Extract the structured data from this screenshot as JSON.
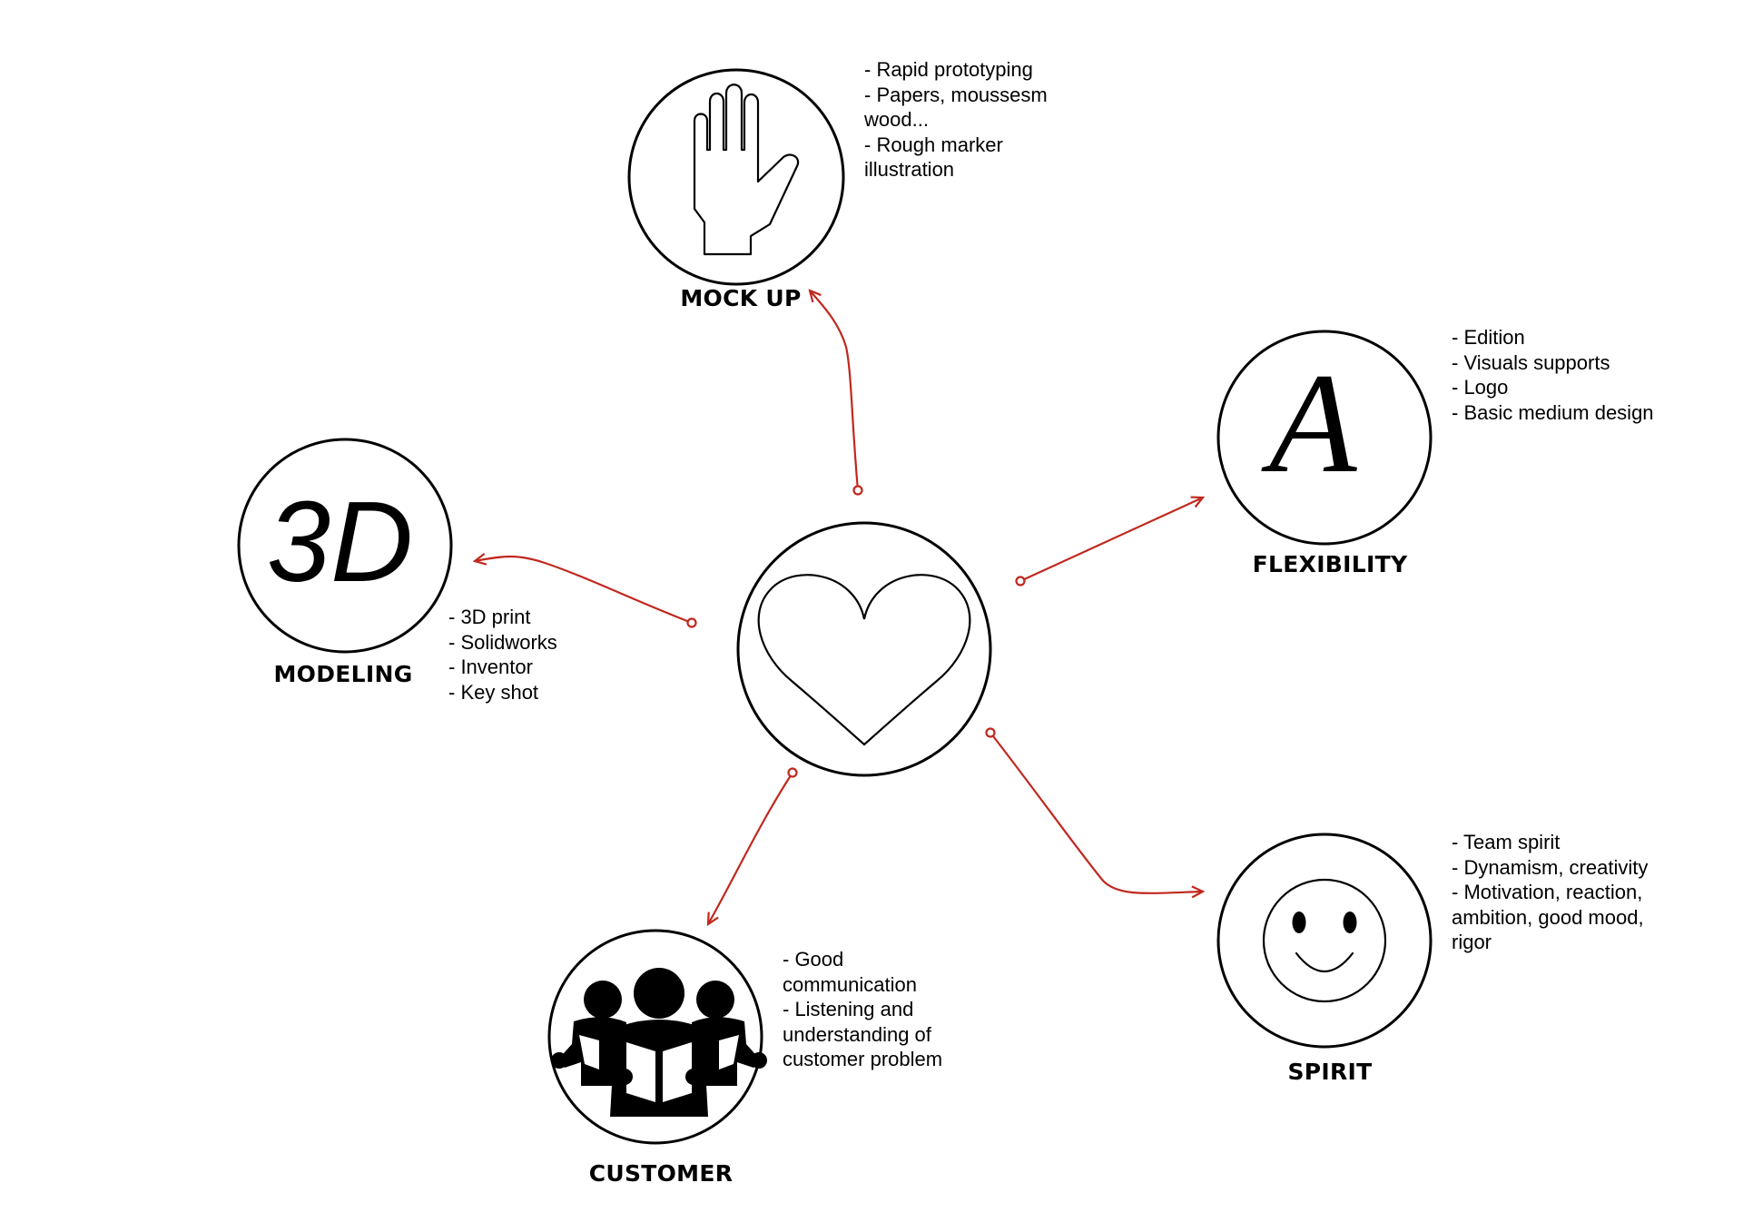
{
  "colors": {
    "connector": "#c0281e",
    "stroke": "#000000"
  },
  "center": {
    "icon": "heart-icon"
  },
  "nodes": {
    "mockup": {
      "label": "MOCK UP",
      "icon": "hand-icon",
      "notes": [
        "- Rapid prototyping",
        "- Papers, moussesm",
        "wood...",
        "- Rough marker",
        "illustration"
      ]
    },
    "flexibility": {
      "label": "FLEXIBILITY",
      "icon": "letter-a-icon",
      "glyph": "A",
      "notes": [
        "- Edition",
        "- Visuals supports",
        "- Logo",
        "- Basic medium design"
      ]
    },
    "modeling": {
      "label": "MODELING",
      "icon": "3d-text-icon",
      "glyph": "3D",
      "notes": [
        "- 3D print",
        "- Solidworks",
        "- Inventor",
        "- Key shot"
      ]
    },
    "customer": {
      "label": "CUSTOMER",
      "icon": "group-reading-icon",
      "notes": [
        "- Good",
        "communication",
        "- Listening and",
        "understanding of",
        "customer problem"
      ]
    },
    "spirit": {
      "label": "SPIRIT",
      "icon": "smiley-icon",
      "notes": [
        "- Team spirit",
        "- Dynamism, creativity",
        "- Motivation, reaction,",
        "ambition, good mood,",
        "rigor"
      ]
    }
  }
}
